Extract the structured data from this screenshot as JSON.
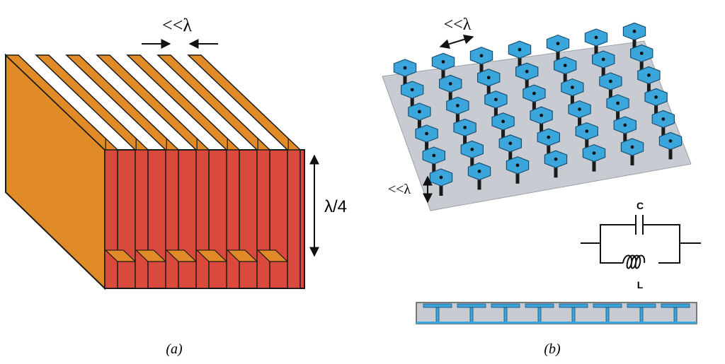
{
  "panel_a": {
    "caption": "(a)",
    "period_label": "<<λ",
    "depth_label": "λ/4",
    "colors": {
      "top": "#e08a28",
      "front": "#d94a3c",
      "edge": "#1a1a1a"
    },
    "fin_count": 7
  },
  "panel_b": {
    "caption": "(b)",
    "period_label": "<<λ",
    "height_label": "<<λ",
    "capacitor_label": "C",
    "inductor_label": "L",
    "colors": {
      "patch": "#3aa6dc",
      "substrate": "#c8ccd2",
      "post": "#1a1a1a"
    },
    "grid_rows": 6,
    "grid_cols": 7
  }
}
